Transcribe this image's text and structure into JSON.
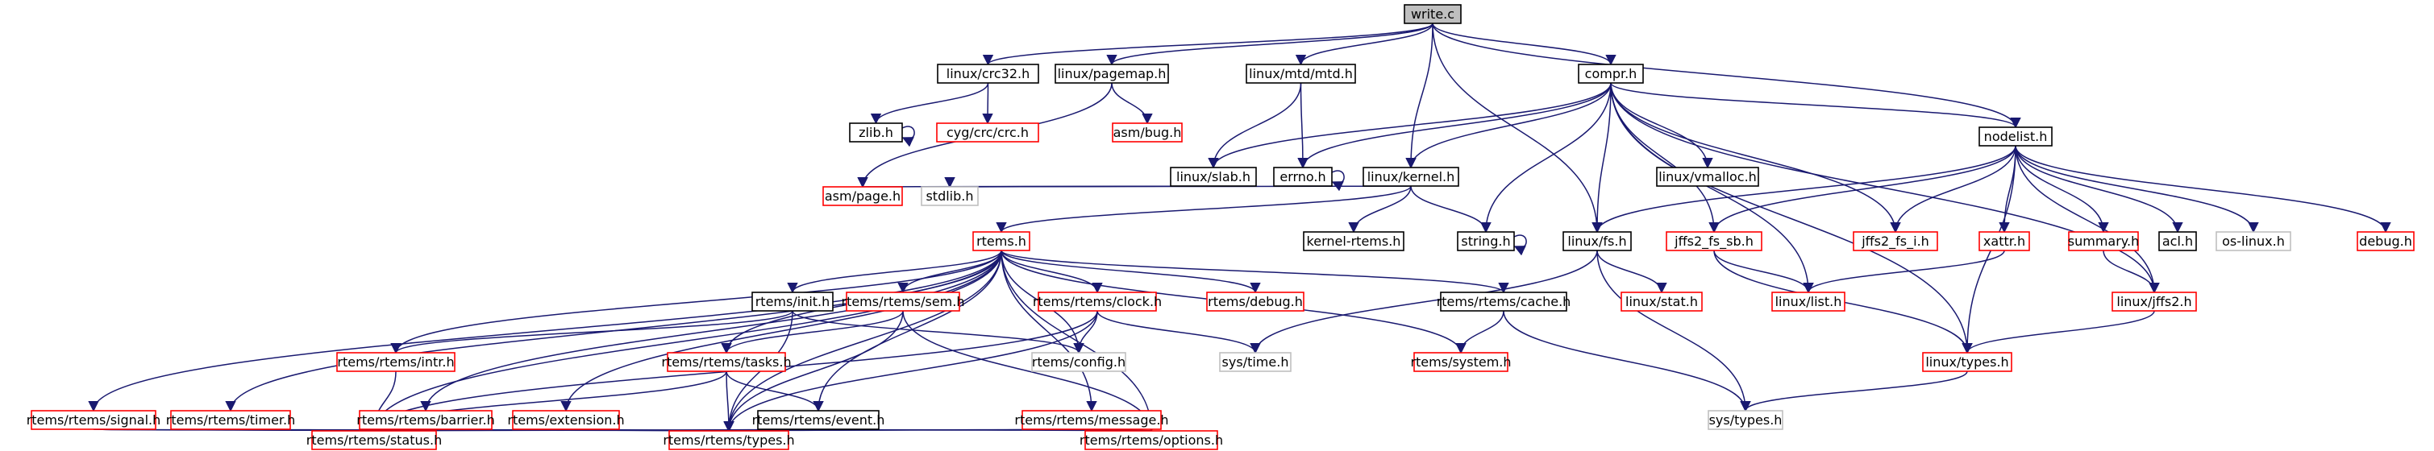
{
  "colors": {
    "edge": "#191970",
    "border_black": "#000000",
    "border_red": "#ff0000",
    "border_gray": "#bfbfbf",
    "root_fill": "#bfbfbf",
    "text": "#000000"
  },
  "nodes": {
    "write_c": {
      "label": "write.c",
      "style": "root"
    },
    "linux_crc32_h": {
      "label": "linux/crc32.h",
      "style": "black"
    },
    "linux_pagemap_h": {
      "label": "linux/pagemap.h",
      "style": "black"
    },
    "linux_mtd_mtd_h": {
      "label": "linux/mtd/mtd.h",
      "style": "black"
    },
    "compr_h": {
      "label": "compr.h",
      "style": "black"
    },
    "zlib_h": {
      "label": "zlib.h",
      "style": "black"
    },
    "cyg_crc_crc_h": {
      "label": "cyg/crc/crc.h",
      "style": "red"
    },
    "asm_bug_h": {
      "label": "asm/bug.h",
      "style": "red"
    },
    "linux_slab_h": {
      "label": "linux/slab.h",
      "style": "black"
    },
    "errno_h": {
      "label": "errno.h",
      "style": "black"
    },
    "linux_kernel_h": {
      "label": "linux/kernel.h",
      "style": "black"
    },
    "linux_vmalloc_h": {
      "label": "linux/vmalloc.h",
      "style": "black"
    },
    "nodelist_h": {
      "label": "nodelist.h",
      "style": "black"
    },
    "asm_page_h": {
      "label": "asm/page.h",
      "style": "red"
    },
    "stdlib_h": {
      "label": "stdlib.h",
      "style": "gray"
    },
    "kernel_rtems_h": {
      "label": "kernel-rtems.h",
      "style": "black"
    },
    "string_h": {
      "label": "string.h",
      "style": "black"
    },
    "linux_fs_h": {
      "label": "linux/fs.h",
      "style": "black"
    },
    "jffs2_fs_sb_h": {
      "label": "jffs2_fs_sb.h",
      "style": "red"
    },
    "jffs2_fs_i_h": {
      "label": "jffs2_fs_i.h",
      "style": "red"
    },
    "xattr_h": {
      "label": "xattr.h",
      "style": "red"
    },
    "summary_h": {
      "label": "summary.h",
      "style": "red"
    },
    "acl_h": {
      "label": "acl.h",
      "style": "black"
    },
    "os_linux_h": {
      "label": "os-linux.h",
      "style": "gray"
    },
    "debug_h": {
      "label": "debug.h",
      "style": "red"
    },
    "rtems_h": {
      "label": "rtems.h",
      "style": "red"
    },
    "rtems_init_h": {
      "label": "rtems/init.h",
      "style": "black"
    },
    "rtems_rtems_sem_h": {
      "label": "rtems/rtems/sem.h",
      "style": "red"
    },
    "rtems_rtems_clock_h": {
      "label": "rtems/rtems/clock.h",
      "style": "red"
    },
    "rtems_debug_h": {
      "label": "rtems/debug.h",
      "style": "red"
    },
    "rtems_rtems_cache_h": {
      "label": "rtems/rtems/cache.h",
      "style": "black"
    },
    "linux_stat_h": {
      "label": "linux/stat.h",
      "style": "red"
    },
    "linux_list_h": {
      "label": "linux/list.h",
      "style": "red"
    },
    "linux_jffs2_h": {
      "label": "linux/jffs2.h",
      "style": "red"
    },
    "rtems_rtems_intr_h": {
      "label": "rtems/rtems/intr.h",
      "style": "red"
    },
    "rtems_config_h": {
      "label": "rtems/config.h",
      "style": "gray"
    },
    "sys_time_h": {
      "label": "sys/time.h",
      "style": "gray"
    },
    "rtems_system_h": {
      "label": "rtems/system.h",
      "style": "red"
    },
    "linux_types_h": {
      "label": "linux/types.h",
      "style": "red"
    },
    "rtems_rtems_tasks_h": {
      "label": "rtems/rtems/tasks.h",
      "style": "red"
    },
    "rtems_rtems_signal_h": {
      "label": "rtems/rtems/signal.h",
      "style": "red"
    },
    "rtems_rtems_timer_h": {
      "label": "rtems/rtems/timer.h",
      "style": "red"
    },
    "rtems_rtems_barrier_h": {
      "label": "rtems/rtems/barrier.h",
      "style": "red"
    },
    "rtems_extension_h": {
      "label": "rtems/extension.h",
      "style": "red"
    },
    "rtems_rtems_event_h": {
      "label": "rtems/rtems/event.h",
      "style": "black"
    },
    "rtems_rtems_message_h": {
      "label": "rtems/rtems/message.h",
      "style": "red"
    },
    "sys_types_h": {
      "label": "sys/types.h",
      "style": "gray"
    },
    "rtems_rtems_status_h": {
      "label": "rtems/rtems/status.h",
      "style": "red"
    },
    "rtems_rtems_types_h": {
      "label": "rtems/rtems/types.h",
      "style": "red"
    },
    "rtems_rtems_options_h": {
      "label": "rtems/rtems/options.h",
      "style": "red"
    }
  },
  "edges": [
    [
      "write_c",
      "linux_crc32_h"
    ],
    [
      "write_c",
      "linux_pagemap_h"
    ],
    [
      "write_c",
      "linux_mtd_mtd_h"
    ],
    [
      "write_c",
      "compr_h"
    ],
    [
      "write_c",
      "nodelist_h"
    ],
    [
      "write_c",
      "linux_kernel_h"
    ],
    [
      "write_c",
      "linux_fs_h"
    ],
    [
      "linux_crc32_h",
      "zlib_h"
    ],
    [
      "linux_crc32_h",
      "cyg_crc_crc_h"
    ],
    [
      "zlib_h",
      "zlib_h"
    ],
    [
      "linux_pagemap_h",
      "asm_bug_h"
    ],
    [
      "linux_pagemap_h",
      "asm_page_h"
    ],
    [
      "linux_mtd_mtd_h",
      "linux_slab_h"
    ],
    [
      "linux_mtd_mtd_h",
      "errno_h"
    ],
    [
      "compr_h",
      "linux_slab_h"
    ],
    [
      "compr_h",
      "errno_h"
    ],
    [
      "compr_h",
      "linux_kernel_h"
    ],
    [
      "compr_h",
      "linux_vmalloc_h"
    ],
    [
      "compr_h",
      "nodelist_h"
    ],
    [
      "compr_h",
      "string_h"
    ],
    [
      "compr_h",
      "linux_fs_h"
    ],
    [
      "compr_h",
      "jffs2_fs_sb_h"
    ],
    [
      "compr_h",
      "jffs2_fs_i_h"
    ],
    [
      "compr_h",
      "linux_list_h"
    ],
    [
      "compr_h",
      "linux_jffs2_h"
    ],
    [
      "compr_h",
      "linux_types_h"
    ],
    [
      "errno_h",
      "errno_h"
    ],
    [
      "linux_slab_h",
      "asm_page_h"
    ],
    [
      "linux_slab_h",
      "stdlib_h"
    ],
    [
      "linux_kernel_h",
      "stdlib_h"
    ],
    [
      "linux_kernel_h",
      "kernel_rtems_h"
    ],
    [
      "linux_kernel_h",
      "string_h"
    ],
    [
      "linux_kernel_h",
      "rtems_h"
    ],
    [
      "string_h",
      "string_h"
    ],
    [
      "nodelist_h",
      "linux_fs_h"
    ],
    [
      "nodelist_h",
      "jffs2_fs_sb_h"
    ],
    [
      "nodelist_h",
      "jffs2_fs_i_h"
    ],
    [
      "nodelist_h",
      "xattr_h"
    ],
    [
      "nodelist_h",
      "summary_h"
    ],
    [
      "nodelist_h",
      "acl_h"
    ],
    [
      "nodelist_h",
      "os_linux_h"
    ],
    [
      "nodelist_h",
      "debug_h"
    ],
    [
      "nodelist_h",
      "linux_jffs2_h"
    ],
    [
      "nodelist_h",
      "linux_types_h"
    ],
    [
      "linux_fs_h",
      "linux_stat_h"
    ],
    [
      "linux_fs_h",
      "sys_types_h"
    ],
    [
      "linux_fs_h",
      "sys_time_h"
    ],
    [
      "jffs2_fs_sb_h",
      "linux_list_h"
    ],
    [
      "jffs2_fs_sb_h",
      "linux_types_h"
    ],
    [
      "xattr_h",
      "linux_list_h"
    ],
    [
      "summary_h",
      "linux_jffs2_h"
    ],
    [
      "linux_jffs2_h",
      "linux_types_h"
    ],
    [
      "linux_types_h",
      "sys_types_h"
    ],
    [
      "rtems_h",
      "rtems_init_h"
    ],
    [
      "rtems_h",
      "rtems_rtems_sem_h"
    ],
    [
      "rtems_h",
      "rtems_rtems_clock_h"
    ],
    [
      "rtems_h",
      "rtems_debug_h"
    ],
    [
      "rtems_h",
      "rtems_rtems_cache_h"
    ],
    [
      "rtems_h",
      "rtems_rtems_intr_h"
    ],
    [
      "rtems_h",
      "rtems_config_h"
    ],
    [
      "rtems_h",
      "rtems_rtems_tasks_h"
    ],
    [
      "rtems_h",
      "rtems_rtems_signal_h"
    ],
    [
      "rtems_h",
      "rtems_rtems_timer_h"
    ],
    [
      "rtems_h",
      "rtems_rtems_barrier_h"
    ],
    [
      "rtems_h",
      "rtems_extension_h"
    ],
    [
      "rtems_h",
      "rtems_rtems_event_h"
    ],
    [
      "rtems_h",
      "rtems_rtems_message_h"
    ],
    [
      "rtems_h",
      "rtems_rtems_status_h"
    ],
    [
      "rtems_h",
      "rtems_rtems_types_h"
    ],
    [
      "rtems_h",
      "rtems_system_h"
    ],
    [
      "rtems_h",
      "rtems_rtems_options_h"
    ],
    [
      "rtems_init_h",
      "rtems_rtems_intr_h"
    ],
    [
      "rtems_init_h",
      "rtems_config_h"
    ],
    [
      "rtems_init_h",
      "rtems_rtems_types_h"
    ],
    [
      "rtems_rtems_sem_h",
      "rtems_rtems_tasks_h"
    ],
    [
      "rtems_rtems_sem_h",
      "rtems_rtems_types_h"
    ],
    [
      "rtems_rtems_sem_h",
      "rtems_rtems_options_h"
    ],
    [
      "rtems_rtems_clock_h",
      "rtems_config_h"
    ],
    [
      "rtems_rtems_clock_h",
      "sys_time_h"
    ],
    [
      "rtems_rtems_clock_h",
      "rtems_rtems_status_h"
    ],
    [
      "rtems_rtems_clock_h",
      "rtems_rtems_types_h"
    ],
    [
      "rtems_rtems_cache_h",
      "rtems_system_h"
    ],
    [
      "rtems_rtems_cache_h",
      "sys_types_h"
    ],
    [
      "rtems_rtems_intr_h",
      "rtems_rtems_status_h"
    ],
    [
      "rtems_rtems_tasks_h",
      "rtems_rtems_event_h"
    ],
    [
      "rtems_rtems_tasks_h",
      "rtems_rtems_status_h"
    ],
    [
      "rtems_rtems_tasks_h",
      "rtems_rtems_types_h"
    ],
    [
      "rtems_rtems_signal_h",
      "rtems_rtems_status_h"
    ],
    [
      "rtems_rtems_signal_h",
      "rtems_rtems_types_h"
    ],
    [
      "rtems_rtems_timer_h",
      "rtems_rtems_status_h"
    ],
    [
      "rtems_rtems_timer_h",
      "rtems_rtems_types_h"
    ],
    [
      "rtems_rtems_barrier_h",
      "rtems_rtems_status_h"
    ],
    [
      "rtems_rtems_barrier_h",
      "rtems_rtems_types_h"
    ],
    [
      "rtems_extension_h",
      "rtems_rtems_status_h"
    ],
    [
      "rtems_extension_h",
      "rtems_rtems_types_h"
    ],
    [
      "rtems_rtems_event_h",
      "rtems_rtems_status_h"
    ],
    [
      "rtems_rtems_event_h",
      "rtems_rtems_types_h"
    ],
    [
      "rtems_rtems_event_h",
      "rtems_rtems_options_h"
    ],
    [
      "rtems_rtems_message_h",
      "rtems_rtems_status_h"
    ],
    [
      "rtems_rtems_message_h",
      "rtems_rtems_types_h"
    ],
    [
      "rtems_rtems_message_h",
      "rtems_rtems_options_h"
    ]
  ]
}
